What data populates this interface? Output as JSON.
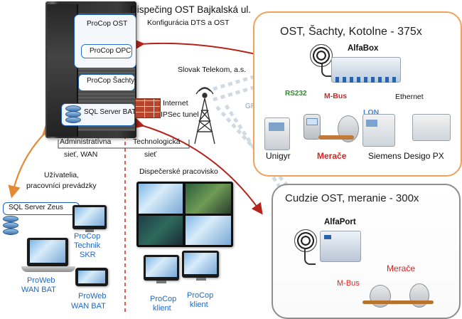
{
  "header": {
    "title": "Dispečing OST Bajkalská ul.",
    "subtitle": "Konfigurácia DTS a OST"
  },
  "server_rack": {
    "modules": [
      "ProCop OST",
      "ProCop OPC",
      "ProCop Šachty",
      "SQL Server BAT"
    ]
  },
  "network": {
    "provider": "Slovak Telekom, a.s.",
    "internet": "Internet",
    "tunnel": "IPSec tunel",
    "gprs": "GPRS"
  },
  "ost_group": {
    "title": "OST, Šachty, Kotolne - 375x",
    "gateway": "AlfaBox",
    "links": {
      "rs232": "RS232",
      "mbus": "M-Bus",
      "lon": "LON",
      "ethernet": "Ethernet"
    },
    "devices": {
      "unigyr": "Unigyr",
      "meters": "Merače",
      "siemens": "Siemens Desigo PX"
    }
  },
  "foreign_group": {
    "title": "Cudzie OST, meranie - 300x",
    "gateway": "AlfaPort",
    "mbus": "M-Bus",
    "meters": "Merače"
  },
  "admin_network": {
    "label_line1": "Administratívna",
    "label_line2": "sieť, WAN",
    "users_line1": "Užívatelia,",
    "users_line2": "pracovníci prevádzky",
    "sql_zeus": "SQL Server Zeus",
    "procop_technik": [
      "ProCop",
      "Technik",
      "SKR"
    ],
    "proweb_1": [
      "ProWeb",
      "WAN BAT"
    ],
    "proweb_2": [
      "ProWeb",
      "WAN BAT"
    ]
  },
  "tech_network": {
    "label_line1": "Technologická",
    "label_line2": "sieť",
    "dispatch": "Dispečerské pracovisko",
    "client_1": [
      "ProCop",
      "klient"
    ],
    "client_2": [
      "ProCop",
      "klient"
    ]
  },
  "colors": {
    "ost_border": "#f0a15a",
    "foreign_border": "#8e8e8e",
    "accent_blue": "#1f68c2",
    "mbus_red": "#d22222",
    "rs232_green": "#2c8c2c",
    "arrow_red": "#b5231b",
    "arrow_orange": "#e48a33"
  },
  "icons": [
    "server-rack-icon",
    "firewall-icon",
    "radio-tower-icon",
    "antenna-icon",
    "database-icon",
    "monitor-icon",
    "laptop-icon",
    "phone-icon",
    "meter-icon"
  ]
}
